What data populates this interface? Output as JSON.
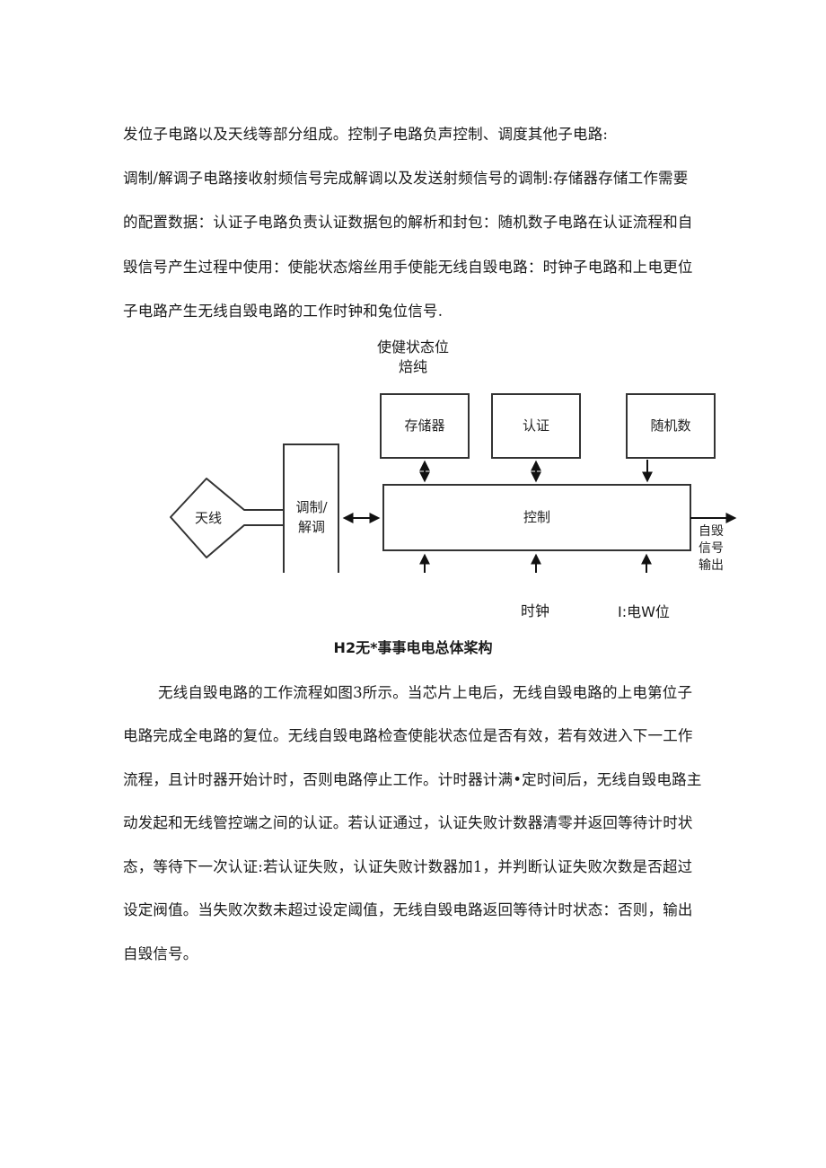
{
  "para1": [
    "发位子电路以及天线等部分组成。控制子电路负声控制、调度其他子电路:",
    "调制/解调子电路接收射频信号完成解调以及发送射频信号的调制:存储器存储工作需要",
    "的配置数据：认证子电路负责认证数据包的解析和封包：随机数子电路在认证流程和自",
    "毁信号产生过程中使用：使能状态熔丝用手使能无线自毁电路：时钟子电路和上电更位",
    "子电路产生无线自毁电路的工作时钟和兔位信号."
  ],
  "diagram": {
    "top_label_line1": "使健状态位",
    "top_label_line2": "焙纯",
    "antenna": "天线",
    "modem_line1": "调制/",
    "modem_line2": "解调",
    "memory": "存储器",
    "auth": "认证",
    "random": "随机数",
    "control": "控制",
    "output_line1": "自毁",
    "output_line2": "信号",
    "output_line3": "输出",
    "clock": "时钟",
    "reset": "I:电W位"
  },
  "caption": "H2无*事事电电总体桨构",
  "para2": [
    "无线自毁电路的工作流程如图3所示。当芯片上电后，无线自毁电路的上电第位子",
    "电路完成全电路的复位。无线自毁电路检查使能状态位是否有效，若有效进入下一工作",
    "流程，且计时器开始计时，否则电路停止工作。计时器计满•定时间后，无线自毁电路主",
    "动发起和无线管控端之间的认证。若认证通过，认证失败计数器清零并返回等待计时状",
    "态，等待下一次认证:若认证失败，认证失败计数器加1，并判断认证失败次数是否超过",
    "设定阀值。当失败次数未超过设定阈值，无线自毁电路返回等待计时状态：否则，输出",
    "自毁信号。"
  ]
}
